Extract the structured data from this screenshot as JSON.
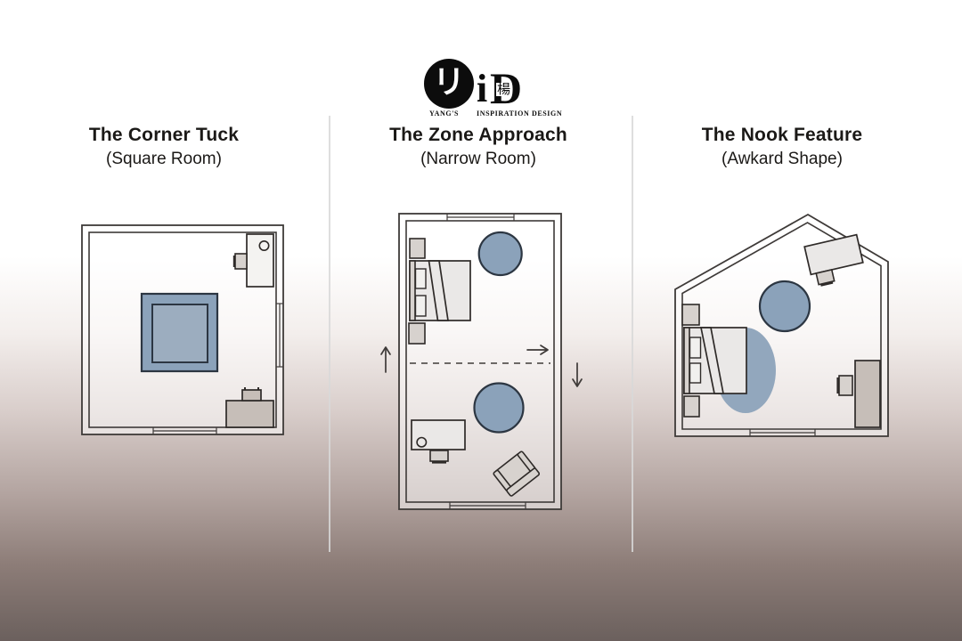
{
  "logo": {
    "circle_glyph": "リ",
    "letter_i": "i",
    "letter_d": "D",
    "cjk_mark": "楊",
    "caption_left": "YANG'S",
    "caption_right": "INSPIRATION DESIGN"
  },
  "panels": [
    {
      "title": "The Corner Tuck",
      "subtitle": "(Square Room)"
    },
    {
      "title": "The Zone Approach",
      "subtitle": "(Narrow Room)"
    },
    {
      "title": "The Nook Feature",
      "subtitle": "(Awkard Shape)"
    }
  ],
  "theme": {
    "accent-blue": "#8ba2ba",
    "accent-blue-soft": "#92a7bd",
    "rug-inner-blue": "#9cadbf",
    "wall-stroke": "#3e3a38",
    "ink": "#2e2a28",
    "furniture-fill": "#d7d2ce",
    "furniture-tan": "#c6beb8",
    "furniture-light": "#eae8e7",
    "pillow-fill": "#f1f0ee",
    "desk-white": "#f4f3f1",
    "divider": "#d8d8d8",
    "title-color": "#1b1917"
  }
}
